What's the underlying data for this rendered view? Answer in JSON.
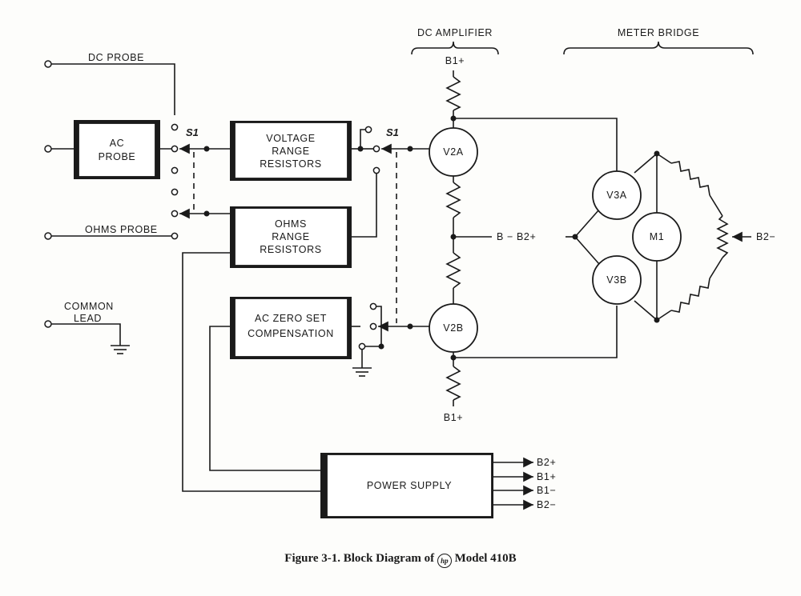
{
  "labels": {
    "dc_probe": "DC PROBE",
    "ac_probe_1": "AC",
    "ac_probe_2": "PROBE",
    "ohms_probe": "OHMS PROBE",
    "common_1": "COMMON",
    "common_2": "LEAD",
    "s1_left": "S1",
    "s1_right": "S1",
    "vrr_1": "VOLTAGE",
    "vrr_2": "RANGE",
    "vrr_3": "RESISTORS",
    "orr_1": "OHMS",
    "orr_2": "RANGE",
    "orr_3": "RESISTORS",
    "acz_1": "AC ZERO SET",
    "acz_2": "COMPENSATION",
    "dc_amp": "DC AMPLIFIER",
    "meter_bridge": "METER BRIDGE",
    "v2a": "V2A",
    "v2b": "V2B",
    "v3a": "V3A",
    "v3b": "V3B",
    "m1": "M1",
    "b1p_top": "B1+",
    "b1p_bot": "B1+",
    "b_minus": "B −  B2+",
    "b2m_right": "B2−",
    "power_supply": "POWER SUPPLY",
    "ps_out_1": "B2+",
    "ps_out_2": "B1+",
    "ps_out_3": "B1−",
    "ps_out_4": "B2−"
  },
  "caption": {
    "prefix": "Figure 3-1.   Block Diagram of",
    "logo": "hp",
    "suffix": "Model 410B"
  }
}
